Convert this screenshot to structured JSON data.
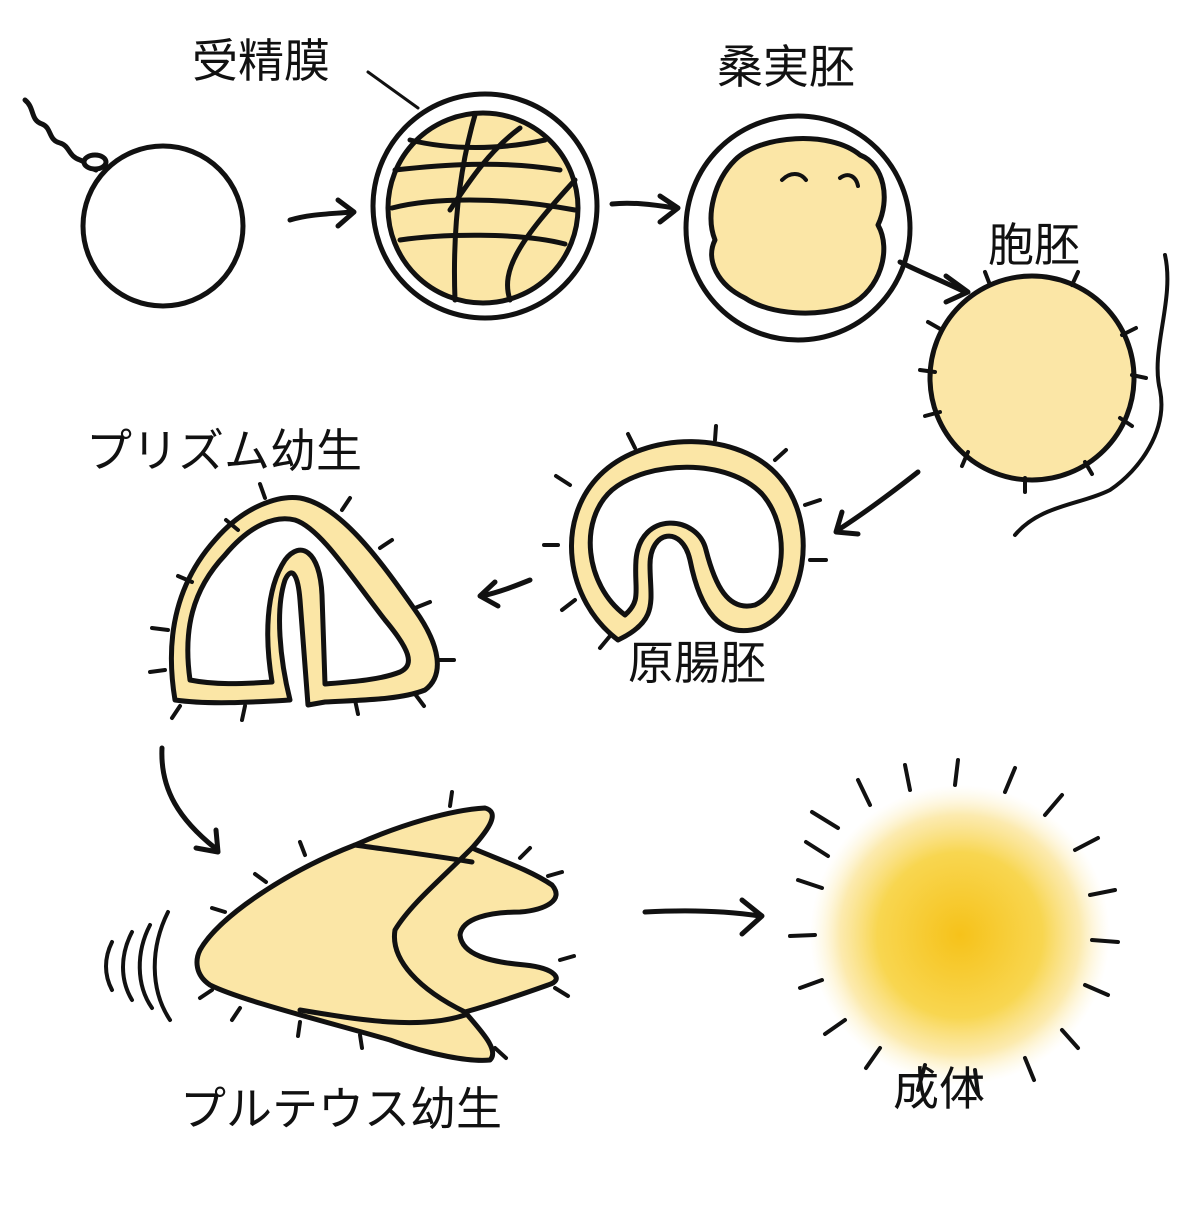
{
  "labels": {
    "fertilization_membrane": "受精膜",
    "morula": "桑実胚",
    "blastula": "胞胚",
    "prism_larva": "プリズム幼生",
    "gastrula": "原腸胚",
    "pluteus_larva": "プルテウス幼生",
    "adult": "成体"
  },
  "colors": {
    "stroke": "#111111",
    "fill": "#fbe6a6",
    "adult_core": "#f6c21a",
    "background": "#ffffff"
  }
}
